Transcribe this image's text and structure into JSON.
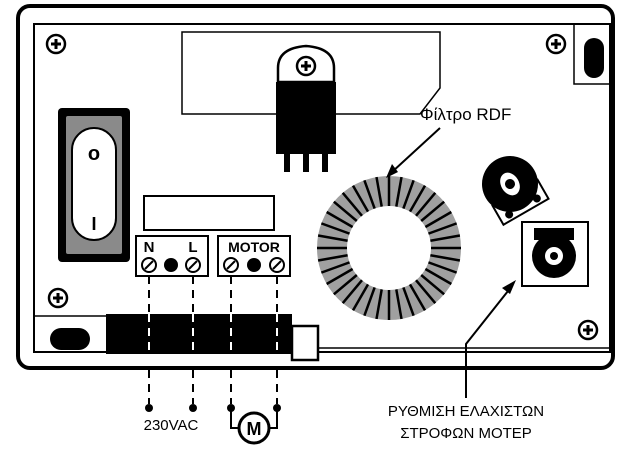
{
  "switch": {
    "off_label": "o",
    "on_label": "I"
  },
  "terminals_power": {
    "n_label": "N",
    "l_label": "L"
  },
  "terminals_motor": {
    "label": "MOTOR"
  },
  "motor_symbol": "M",
  "filter_label": "Φίλτρο RDF",
  "supply_label": "230VAC",
  "trimmer_label_line1": "ΡΥΘΜΙΣΗ ΕΛΑΧΙΣΤΩΝ",
  "trimmer_label_line2": "ΣΤΡΟΦΩΝ ΜΟΤΕΡ"
}
